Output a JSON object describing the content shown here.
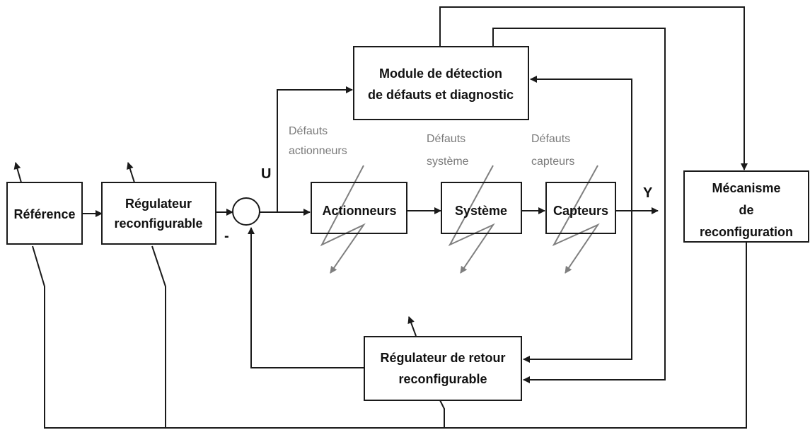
{
  "blocks": {
    "reference": "Référence",
    "regulator": [
      "Régulateur",
      "reconfigurable"
    ],
    "fdd": [
      "Module de détection",
      "de défauts et diagnostic"
    ],
    "actuators": "Actionneurs",
    "system": "Système",
    "sensors": "Capteurs",
    "reconfig": [
      "Mécanisme",
      "de",
      "reconfiguration"
    ],
    "feedback": [
      "Régulateur de retour",
      "reconfigurable"
    ]
  },
  "signals": {
    "u": "U",
    "y": "Y",
    "minus": "-"
  },
  "faults": {
    "actuators": [
      "Défauts",
      "actionneurs"
    ],
    "system": [
      "Défauts",
      "système"
    ],
    "sensors": [
      "Défauts",
      "capteurs"
    ]
  },
  "colors": {
    "line": "#1a1a1a",
    "fault": "#7a7a7a"
  }
}
